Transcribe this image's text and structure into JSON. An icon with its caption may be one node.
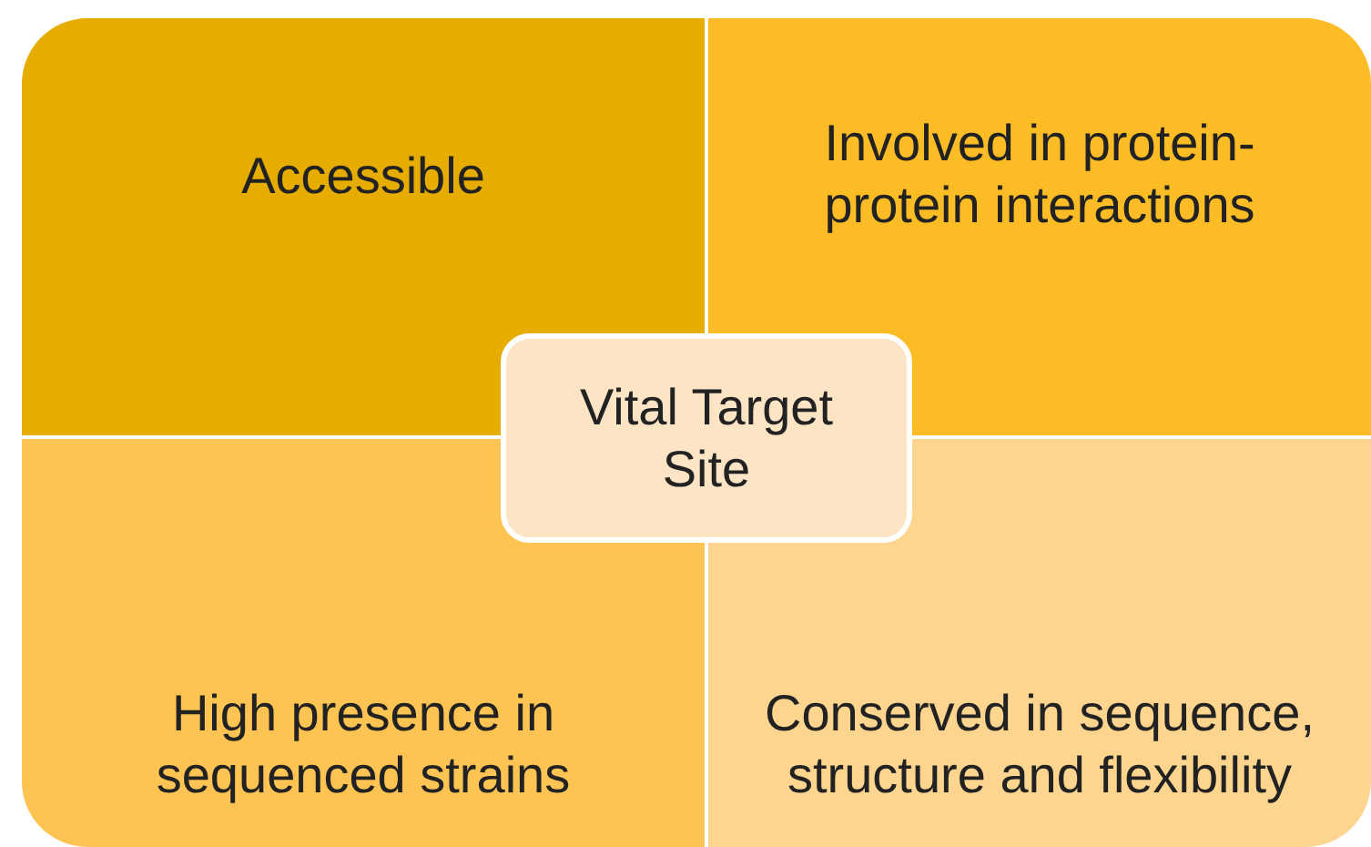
{
  "diagram": {
    "nodes": [
      {
        "text": [
          "Accessible"
        ]
      },
      {
        "text": [
          "Involved in protein-protein interactions"
        ]
      },
      {
        "text": [
          "Vital Target Site"
        ]
      },
      {
        "text": [
          "High presence in sequenced strains"
        ]
      },
      {
        "text": [
          "Conserved in sequence, structure and flexibility"
        ]
      }
    ]
  }
}
